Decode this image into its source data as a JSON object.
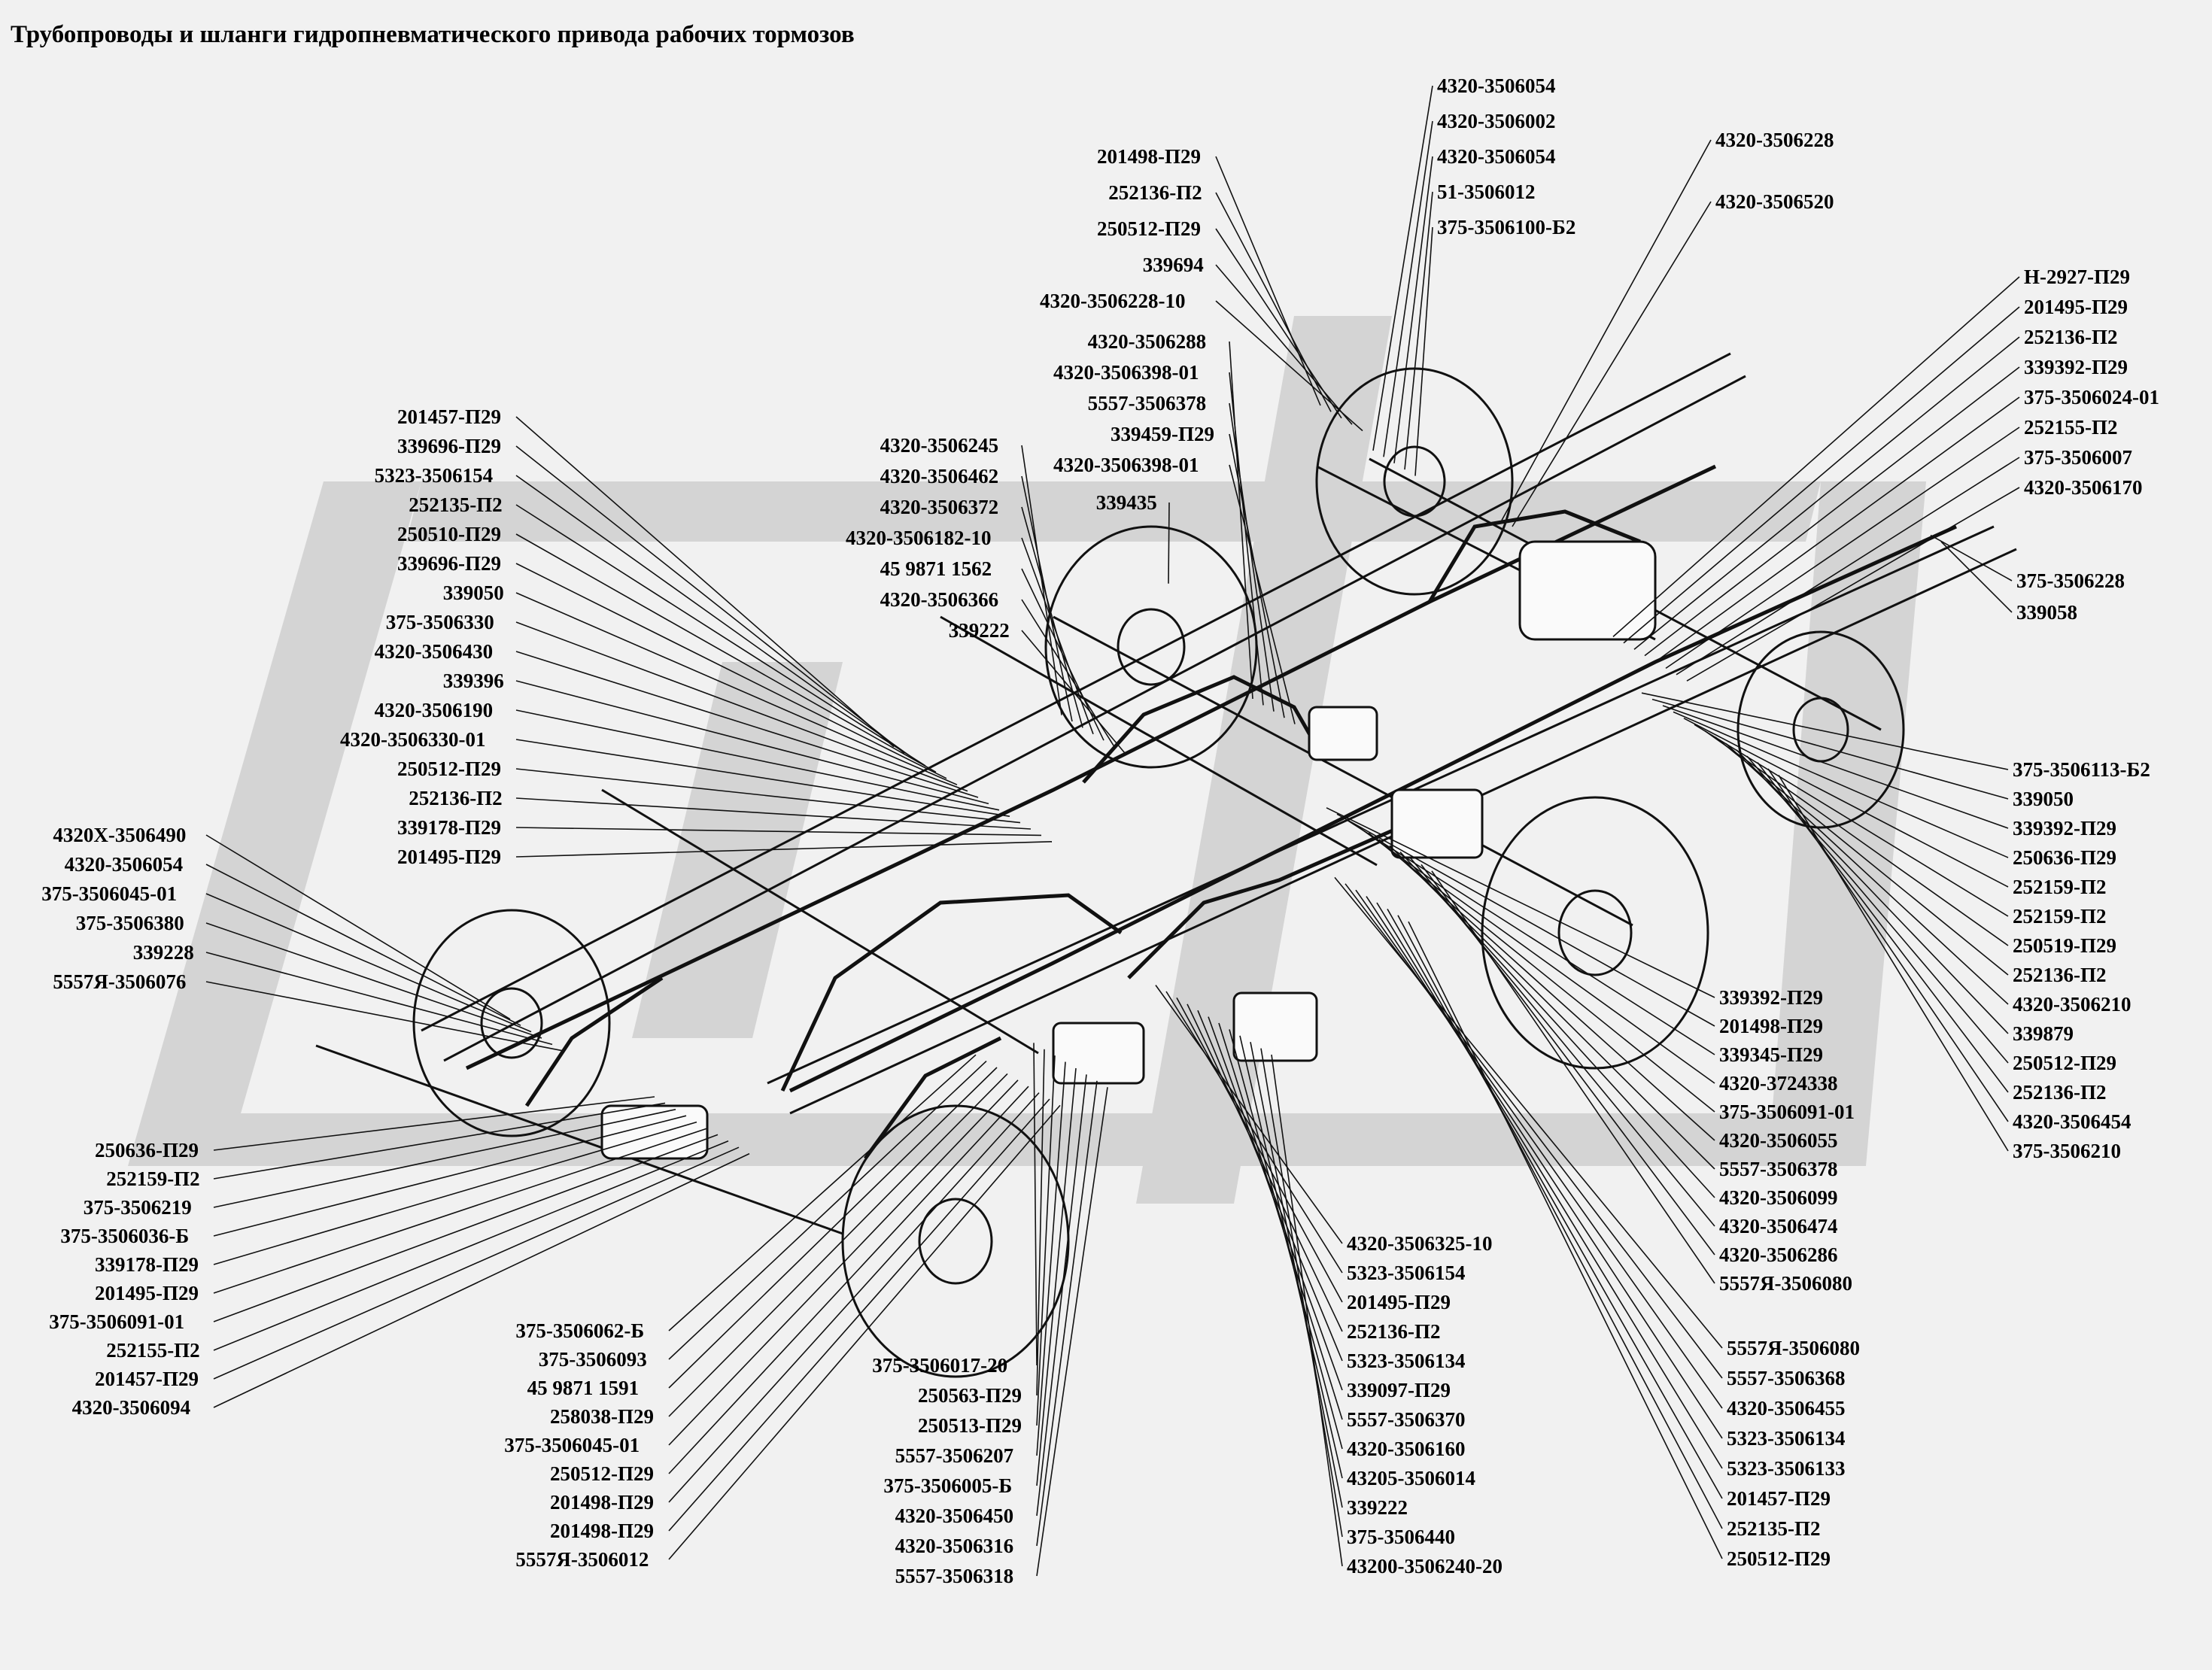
{
  "title": "Трубопроводы и шланги гидропневматического привода рабочих тормозов",
  "groups": {
    "topcenter": [
      "201498-П29",
      "252136-П2",
      "250512-П29",
      "339694",
      "4320-3506228-10"
    ],
    "topstack": [
      "4320-3506054",
      "4320-3506002",
      "4320-3506054",
      "51-3506012",
      "375-3506100-Б2"
    ],
    "topright": [
      "4320-3506228",
      "4320-3506520"
    ],
    "rightupper": [
      "Н-2927-П29",
      "201495-П29",
      "252136-П2",
      "339392-П29",
      "375-3506024-01",
      "252155-П2",
      "375-3506007",
      "4320-3506170"
    ],
    "rightmid": [
      "375-3506228",
      "339058"
    ],
    "rightlower": [
      "375-3506113-Б2",
      "339050",
      "339392-П29",
      "250636-П29",
      "252159-П2",
      "252159-П2",
      "250519-П29",
      "252136-П2",
      "4320-3506210",
      "339879",
      "250512-П29",
      "252136-П2",
      "4320-3506454",
      "375-3506210"
    ],
    "middle": [
      "4320-3506288",
      "4320-3506398-01",
      "5557-3506378",
      "339459-П29",
      "4320-3506398-01"
    ],
    "midleft": [
      "4320-3506245",
      "4320-3506462",
      "4320-3506372",
      "4320-3506182-10",
      "45 9871 1562",
      "4320-3506366",
      "339222"
    ],
    "mid339435": [
      "339435"
    ],
    "leftupper": [
      "201457-П29",
      "339696-П29",
      "5323-3506154",
      "252135-П2",
      "250510-П29",
      "339696-П29",
      "339050",
      "375-3506330",
      "4320-3506430",
      "339396",
      "4320-3506190",
      "4320-3506330-01",
      "250512-П29",
      "252136-П2",
      "339178-П29",
      "201495-П29"
    ],
    "leftmid": [
      "4320Х-3506490",
      "4320-3506054",
      "375-3506045-01",
      "375-3506380",
      "339228",
      "5557Я-3506076"
    ],
    "leftlower": [
      "250636-П29",
      "252159-П2",
      "375-3506219",
      "375-3506036-Б",
      "339178-П29",
      "201495-П29",
      "375-3506091-01",
      "252155-П2",
      "201457-П29",
      "4320-3506094"
    ],
    "centerright": [
      "339392-П29",
      "201498-П29",
      "339345-П29",
      "4320-3724338",
      "375-3506091-01",
      "4320-3506055",
      "5557-3506378",
      "4320-3506099",
      "4320-3506474",
      "4320-3506286",
      "5557Я-3506080"
    ],
    "bottomright": [
      "5557Я-3506080",
      "5557-3506368",
      "4320-3506455",
      "5323-3506134",
      "5323-3506133",
      "201457-П29",
      "252135-П2",
      "250512-П29"
    ],
    "bottomcenter": [
      "4320-3506325-10",
      "5323-3506154",
      "201495-П29",
      "252136-П2",
      "5323-3506134",
      "339097-П29",
      "5557-3506370",
      "4320-3506160",
      "43205-3506014",
      "339222",
      "375-3506440",
      "43200-3506240-20"
    ],
    "bottomleft": [
      "375-3506062-Б",
      "375-3506093",
      "45 9871 1591",
      "258038-П29",
      "375-3506045-01",
      "250512-П29",
      "201498-П29",
      "201498-П29",
      "5557Я-3506012"
    ],
    "bottommid": [
      "375-3506017-20",
      "250563-П29",
      "250513-П29",
      "5557-3506207",
      "375-3506005-Б",
      "4320-3506450",
      "4320-3506316",
      "5557-3506318"
    ]
  }
}
